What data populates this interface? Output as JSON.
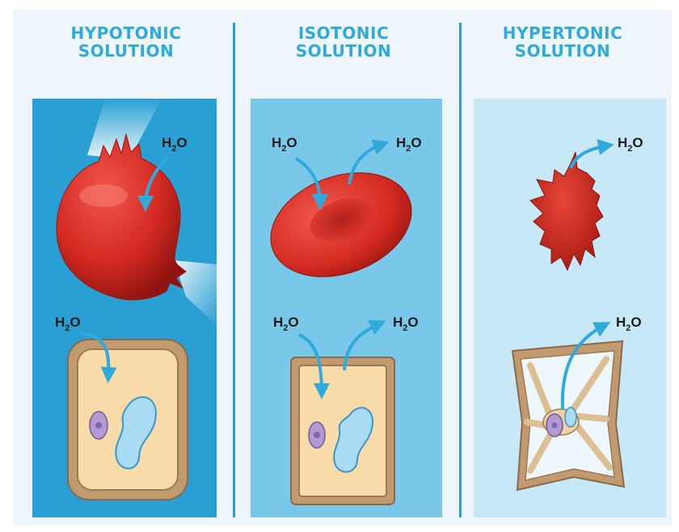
{
  "columns": [
    {
      "title_line1": "HYPOTONIC",
      "title_line2": "SOLUTION",
      "color": "#2a9fd3"
    },
    {
      "title_line1": "ISOTONIC",
      "title_line2": "SOLUTION",
      "color": "#79c8ea"
    },
    {
      "title_line1": "HYPERTONIC",
      "title_line2": "SOLUTION",
      "color": "#c6e8f7"
    }
  ],
  "label_main": "H",
  "label_sub": "2",
  "label_tail": "O",
  "colors": {
    "accent": "#2eaadc",
    "cell_red": "#d42a22",
    "plant_fill": "#f6d6a3",
    "plant_wall": "#b58f65"
  }
}
